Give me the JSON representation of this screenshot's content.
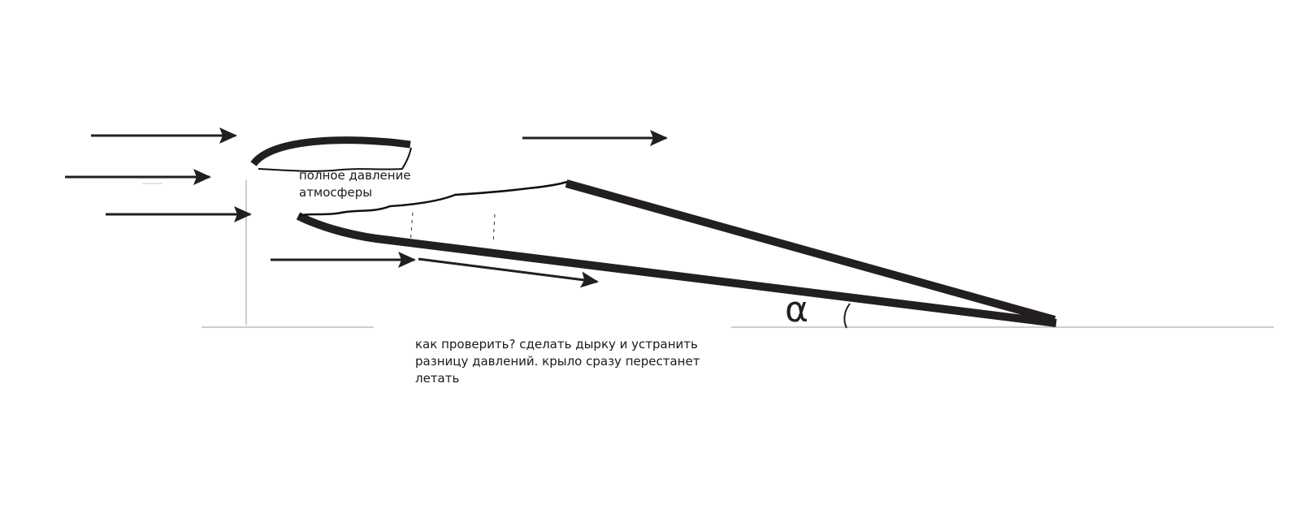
{
  "labels": {
    "pressure": "полное давление атмосферы",
    "note": "как проверить? сделать дырку и устранить разницу давлений. крыло сразу перестанет летать",
    "angle": "α"
  },
  "colors": {
    "ink": "#231f20",
    "guide": "#bdbdbd"
  }
}
